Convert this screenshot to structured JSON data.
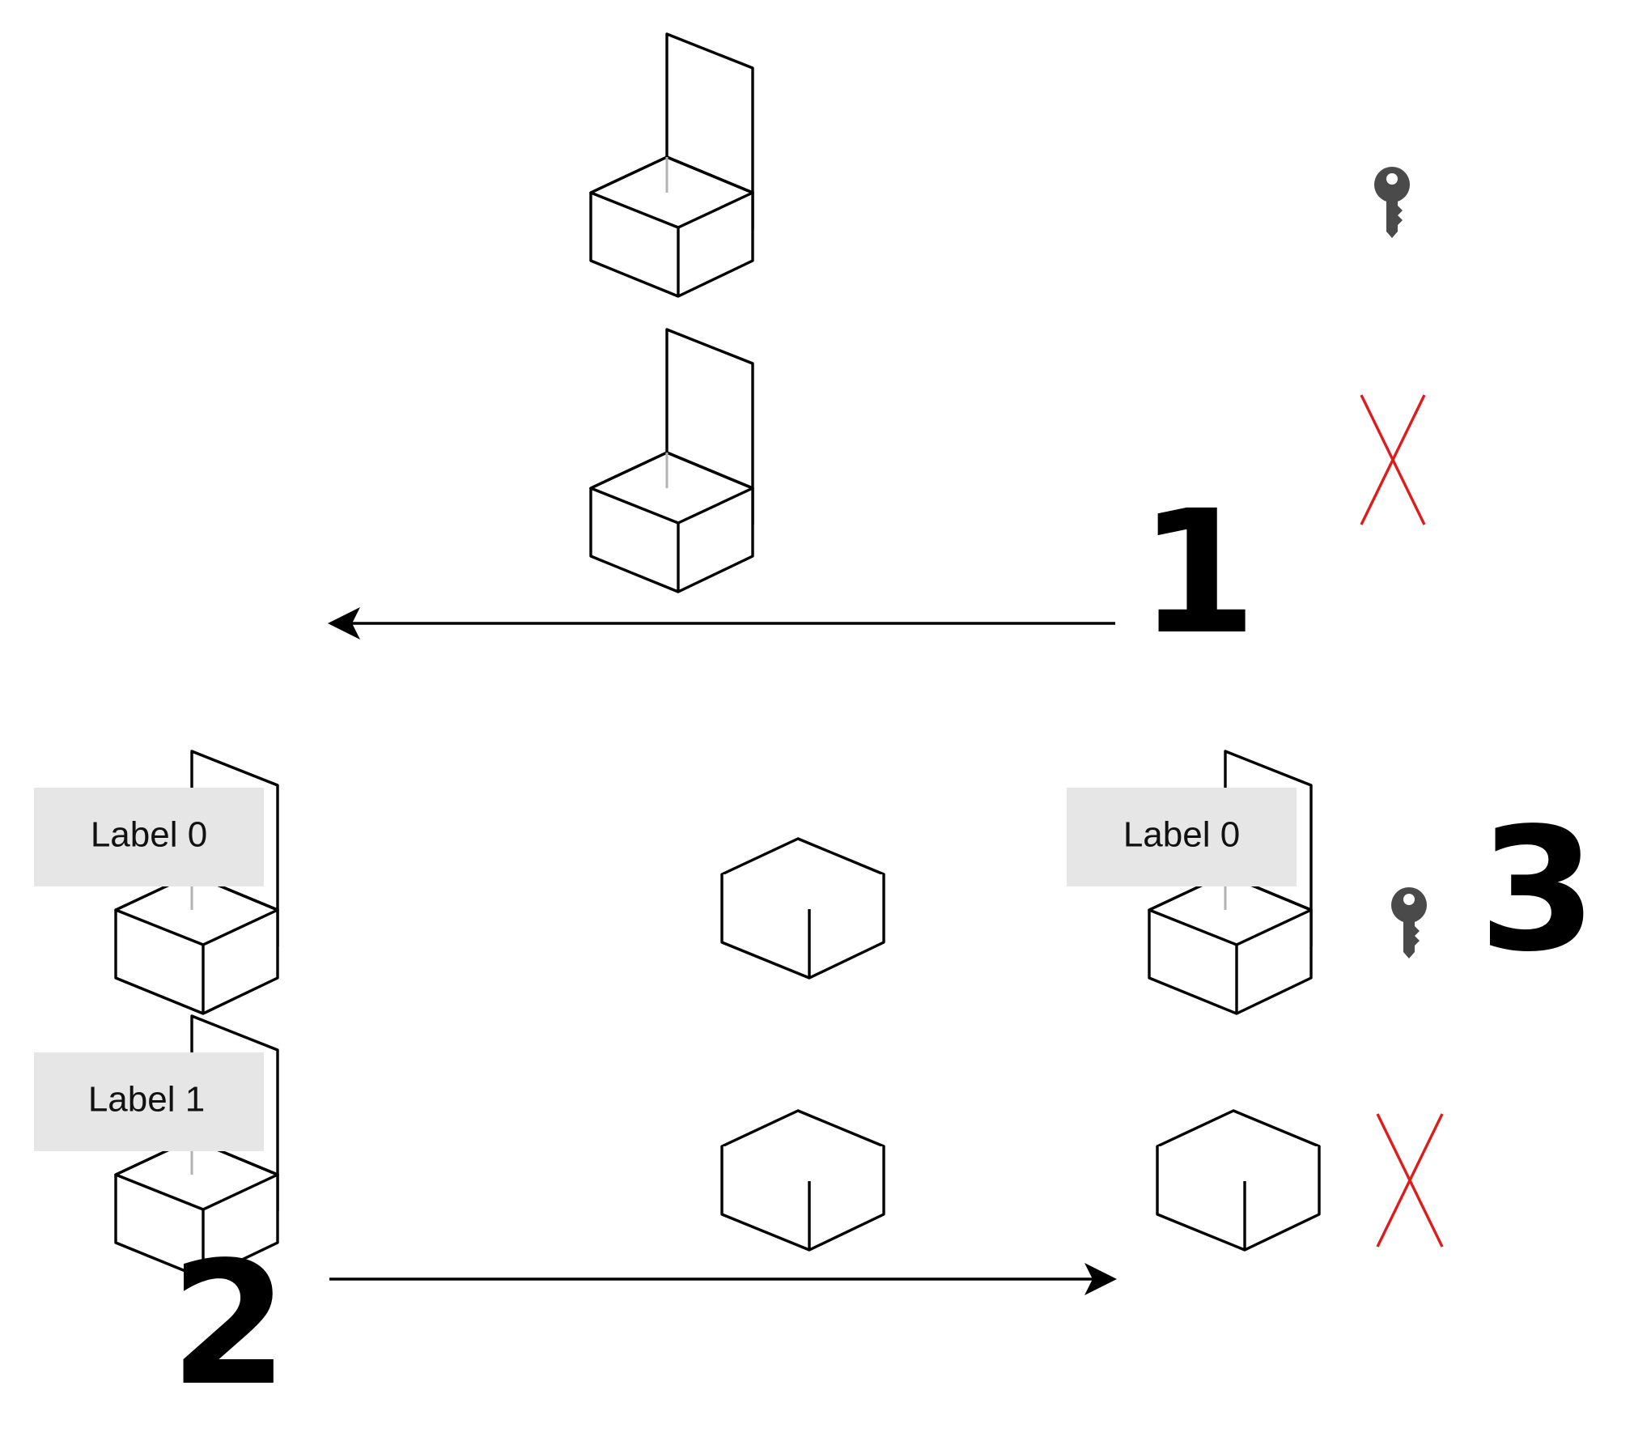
{
  "steps": {
    "one": "1",
    "two": "2",
    "three": "3"
  },
  "labels": {
    "top_left": "Label 0",
    "bottom_left": "Label 1",
    "top_right": "Label 0"
  },
  "icons": {
    "key": "key-icon",
    "cross": "cross-icon",
    "open_box": "open-box-icon",
    "closed_box": "closed-box-icon",
    "arrow": "arrow-icon"
  },
  "colors": {
    "stroke": "#000000",
    "hidden_edge": "#b3b3b3",
    "cross": "#e01b1b",
    "key": "#4a4a4a",
    "label_bg": "#e6e6e6"
  }
}
